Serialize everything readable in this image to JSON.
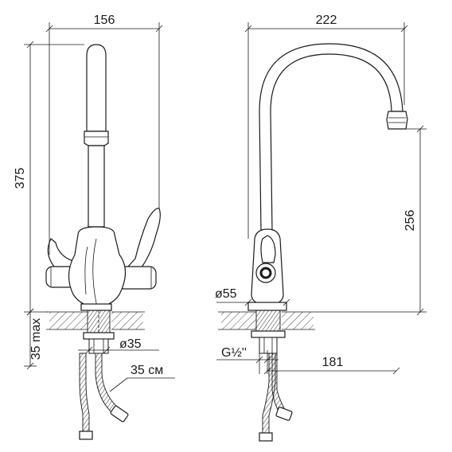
{
  "front_view": {
    "width_label": "156",
    "height_label": "375",
    "mount_depth_label": "35 max",
    "mount_diameter_label": "ø35",
    "hose_length_label": "35 см"
  },
  "side_view": {
    "reach_label": "222",
    "spout_height_label": "256",
    "base_diameter_label": "ø55",
    "thread_label": "G½''",
    "hose_offset_label": "181"
  }
}
